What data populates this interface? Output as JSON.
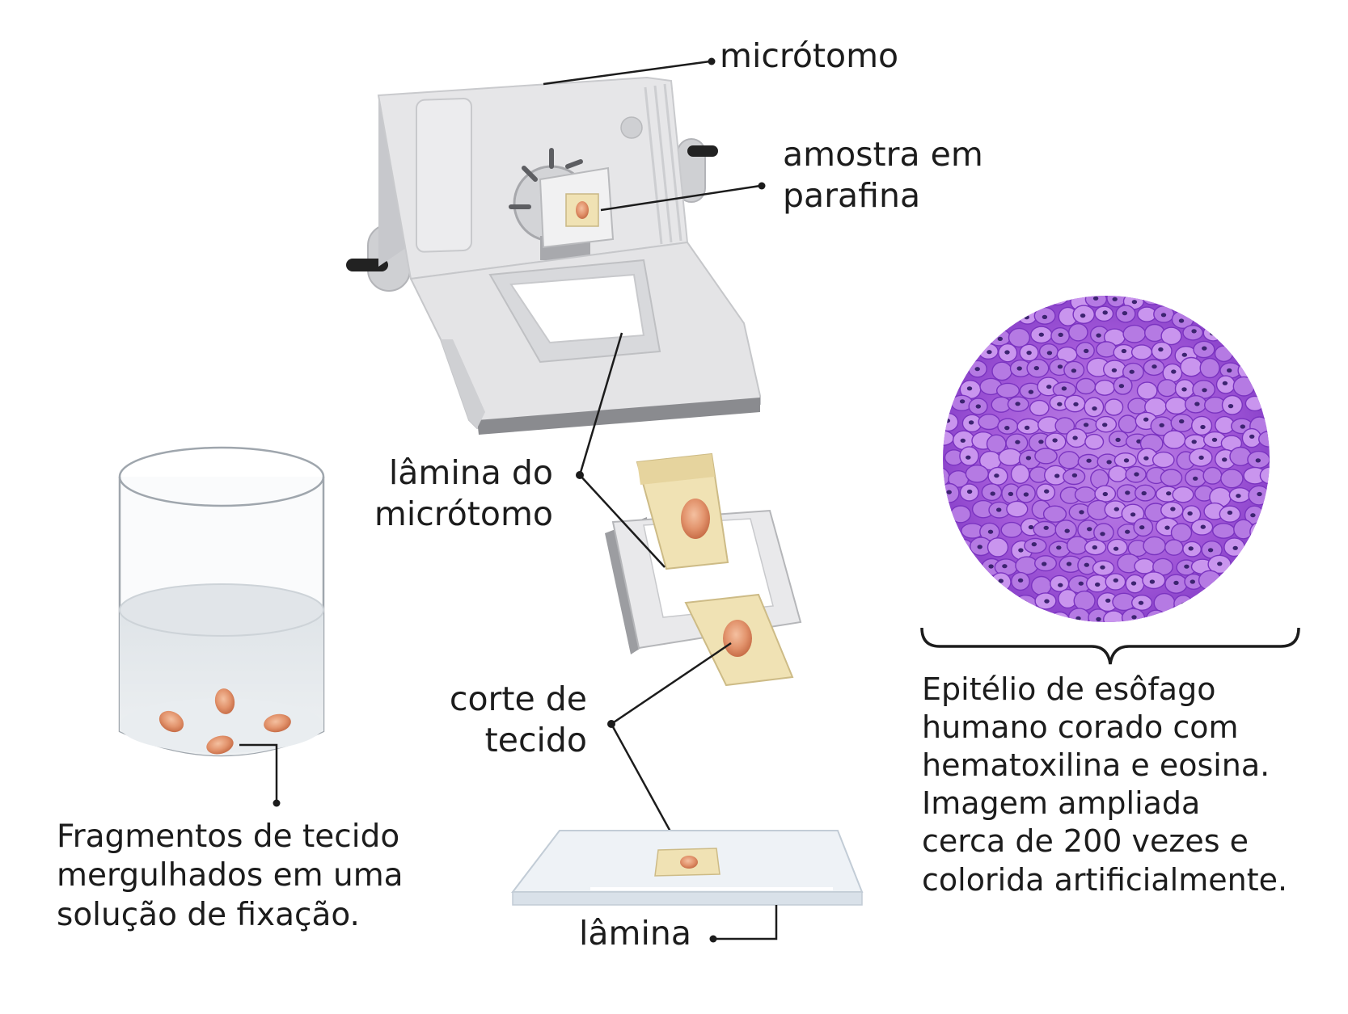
{
  "labels": {
    "microtome": "micrótomo",
    "sample": [
      "amostra em",
      "parafina"
    ],
    "blade": [
      "lâmina do",
      "micrótomo"
    ],
    "section": [
      "corte de",
      "tecido"
    ],
    "slide": "lâmina",
    "fragments": [
      "Fragmentos de tecido",
      "mergulhados em uma",
      "solução de fixação."
    ],
    "epithelium": [
      "Epitélio de esôfago",
      "humano corado com",
      "hematoxilina e eosina.",
      "Imagem ampliada",
      "cerca de 200 vezes e",
      "colorida artificialmente."
    ]
  },
  "colors": {
    "machine_body": "#e3e3e5",
    "paraffin": "#f0e2b4",
    "tissue": "#df9370",
    "stain": "#9a4fd4",
    "nucleus": "#3c2470"
  }
}
